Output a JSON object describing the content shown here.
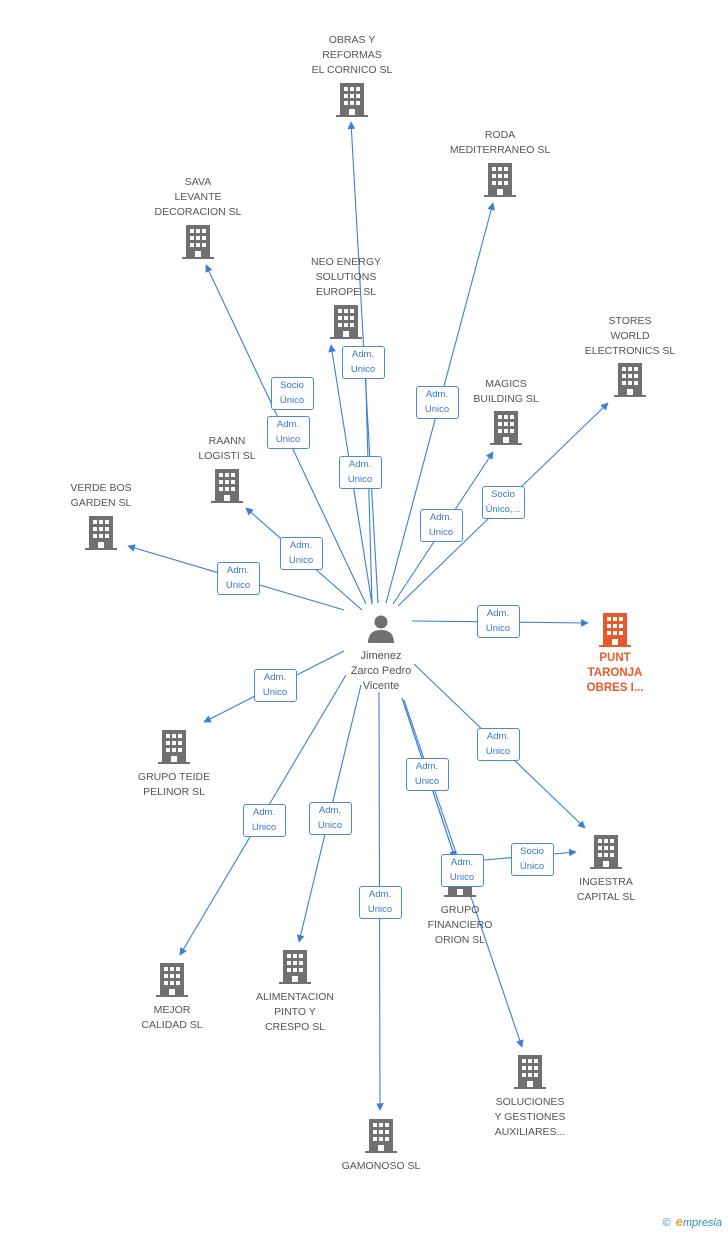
{
  "person": {
    "name": "Jimenez\nZarco Pedro\nVicente",
    "icon": "person-icon"
  },
  "companies": [
    {
      "id": "obras",
      "label": "OBRAS Y\nREFORMAS\nEL CORNICO SL",
      "icon": "building-icon"
    },
    {
      "id": "roda",
      "label": "RODA\nMEDITERRANEO SL",
      "icon": "building-icon"
    },
    {
      "id": "sava",
      "label": "SAVA\nLEVANTE\nDECORACION SL",
      "icon": "building-icon"
    },
    {
      "id": "neo",
      "label": "NEO ENERGY\nSOLUTIONS\nEUROPE SL",
      "icon": "building-icon"
    },
    {
      "id": "stores",
      "label": "STORES\nWORLD\nELECTRONICS SL",
      "icon": "building-icon"
    },
    {
      "id": "magics",
      "label": "MAGICS\nBUILDING SL",
      "icon": "building-icon"
    },
    {
      "id": "raann",
      "label": "RAANN\nLOGISTI SL",
      "icon": "building-icon"
    },
    {
      "id": "verde",
      "label": "VERDE BOS\nGARDEN SL",
      "icon": "building-icon"
    },
    {
      "id": "punt",
      "label": "PUNT\nTARONJA\nOBRES I...",
      "icon": "building-icon",
      "highlight": true
    },
    {
      "id": "teide",
      "label": "GRUPO TEIDE\nPELINOR SL",
      "icon": "building-icon"
    },
    {
      "id": "ingestra",
      "label": "INGESTRA\nCAPITAL SL",
      "icon": "building-icon"
    },
    {
      "id": "orion",
      "label": "GRUPO\nFINANCIERO\nORION SL",
      "icon": "building-icon"
    },
    {
      "id": "mejor",
      "label": "MEJOR\nCALIDAD SL",
      "icon": "building-icon"
    },
    {
      "id": "alimentacion",
      "label": "ALIMENTACION\nPINTO Y\nCRESPO SL",
      "icon": "building-icon"
    },
    {
      "id": "soluciones",
      "label": "SOLUCIONES\nY GESTIONES\nAUXILIARES...",
      "icon": "building-icon"
    },
    {
      "id": "gamonoso",
      "label": "GAMONOSO SL",
      "icon": "building-icon"
    }
  ],
  "edges": [
    {
      "from": "person",
      "to": "obras",
      "label": "Adm.\nUnico"
    },
    {
      "from": "person",
      "to": "roda",
      "label": "Adm.\nUnico"
    },
    {
      "from": "person",
      "to": "sava",
      "label": "Adm.\nUnico"
    },
    {
      "from": "person",
      "to": "neo",
      "label": "Socio\nÚnico"
    },
    {
      "from": "person",
      "to": "neo",
      "label": "Adm.\nUnico"
    },
    {
      "from": "person",
      "to": "stores",
      "label": "Socio\nÚnico,..."
    },
    {
      "from": "person",
      "to": "magics",
      "label": "Adm.\nUnico"
    },
    {
      "from": "person",
      "to": "raann",
      "label": "Adm.\nUnico"
    },
    {
      "from": "person",
      "to": "verde",
      "label": "Adm.\nUnico"
    },
    {
      "from": "person",
      "to": "punt",
      "label": "Adm.\nUnico"
    },
    {
      "from": "person",
      "to": "teide",
      "label": "Adm.\nUnico"
    },
    {
      "from": "person",
      "to": "ingestra",
      "label": "Adm.\nUnico"
    },
    {
      "from": "person",
      "to": "orion",
      "label": "Adm.\nUnico"
    },
    {
      "from": "orion",
      "to": "ingestra",
      "label": "Socio\nÚnico"
    },
    {
      "from": "person",
      "to": "mejor",
      "label": "Adm.\nUnico"
    },
    {
      "from": "person",
      "to": "alimentacion",
      "label": "Adm.\nUnico"
    },
    {
      "from": "person",
      "to": "soluciones",
      "label": "Adm.\nUnico"
    },
    {
      "from": "person",
      "to": "gamonoso",
      "label": "Adm.\nUnico"
    },
    {
      "from": "person",
      "to": "orion",
      "label": "Adm.\nUnico"
    }
  ],
  "colors": {
    "edge": "#3a7fd5",
    "building": "#707070",
    "highlight": "#e8592c"
  },
  "footer": {
    "copyright": "©",
    "brand_initial": "e",
    "brand_rest": "mpresia"
  }
}
